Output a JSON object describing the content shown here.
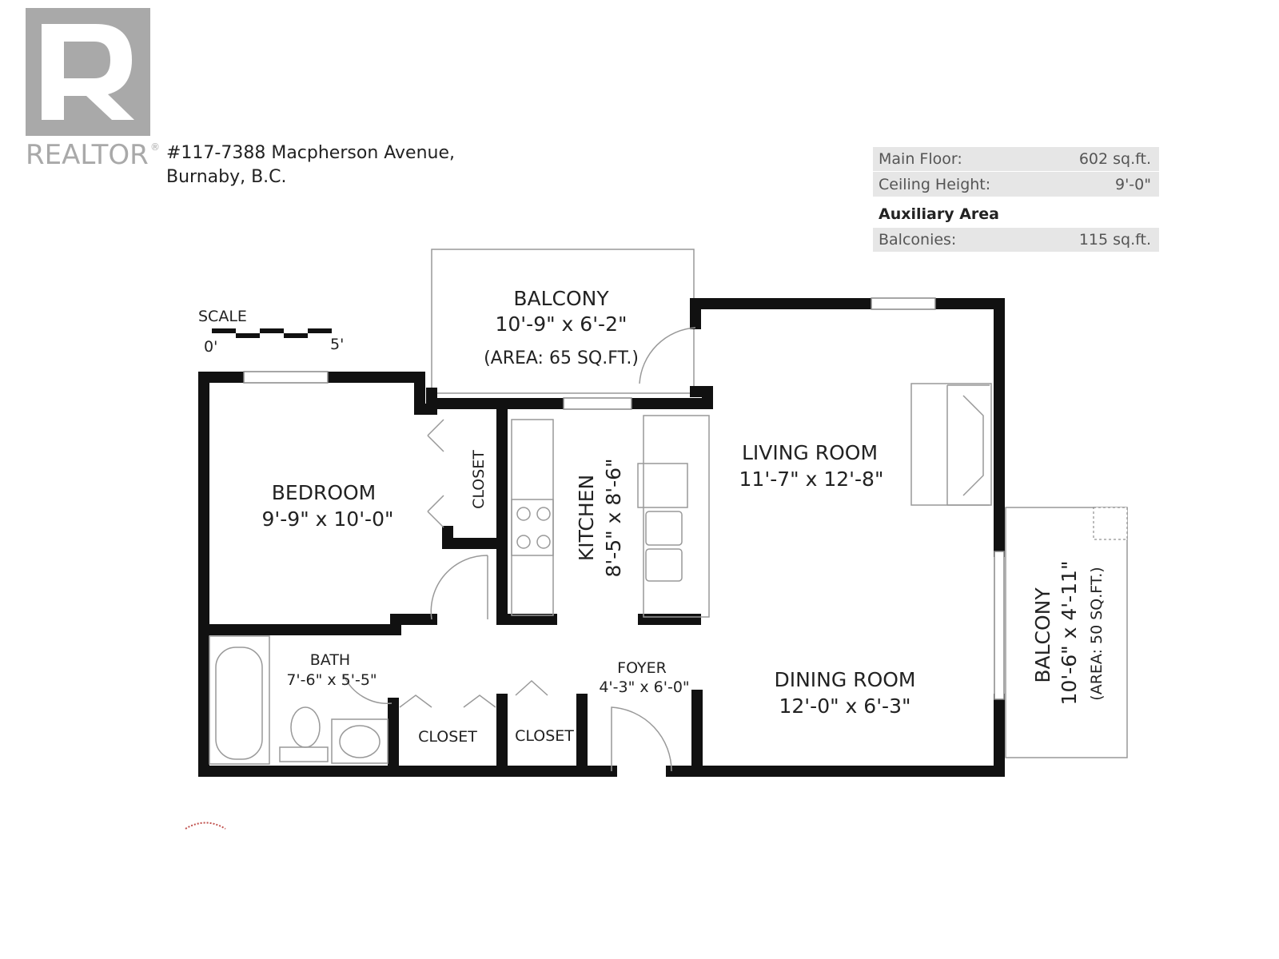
{
  "logo": {
    "text": "REALTOR",
    "mark": "®"
  },
  "address": {
    "line1": "#117-7388 Macpherson Avenue,",
    "line2": "Burnaby, B.C."
  },
  "summary": {
    "rows": [
      {
        "label": "Main Floor:",
        "value": "602 sq.ft."
      },
      {
        "label": "Ceiling Height:",
        "value": "9'-0\""
      }
    ],
    "aux_heading": "Auxiliary Area",
    "aux_rows": [
      {
        "label": "Balconies:",
        "value": "115 sq.ft."
      }
    ]
  },
  "scale": {
    "label": "SCALE",
    "start": "0'",
    "end": "5'"
  },
  "rooms": {
    "balcony_top": {
      "name": "BALCONY",
      "dims": "10'-9\" x  6'-2\"",
      "area": "(AREA: 65 SQ.FT.)"
    },
    "bedroom": {
      "name": "BEDROOM",
      "dims": "9'-9\" x 10'-0\""
    },
    "closet_bedroom": {
      "name": "CLOSET"
    },
    "kitchen": {
      "name": "KITCHEN",
      "dims": "8'-5\" x 8'-6\""
    },
    "living": {
      "name": "LIVING ROOM",
      "dims": "11'-7\" x 12'-8\""
    },
    "bath": {
      "name": "BATH",
      "dims": "7'-6\" x 5'-5\""
    },
    "closet_1": {
      "name": "CLOSET"
    },
    "closet_2": {
      "name": "CLOSET"
    },
    "foyer": {
      "name": "FOYER",
      "dims": "4'-3\" x 6'-0\""
    },
    "dining": {
      "name": "DINING ROOM",
      "dims": "12'-0\" x 6'-3\""
    },
    "balcony_side": {
      "name": "BALCONY",
      "dims": "10'-6\" x 4'-11\"",
      "area": "(AREA: 50 SQ.FT.)"
    }
  }
}
